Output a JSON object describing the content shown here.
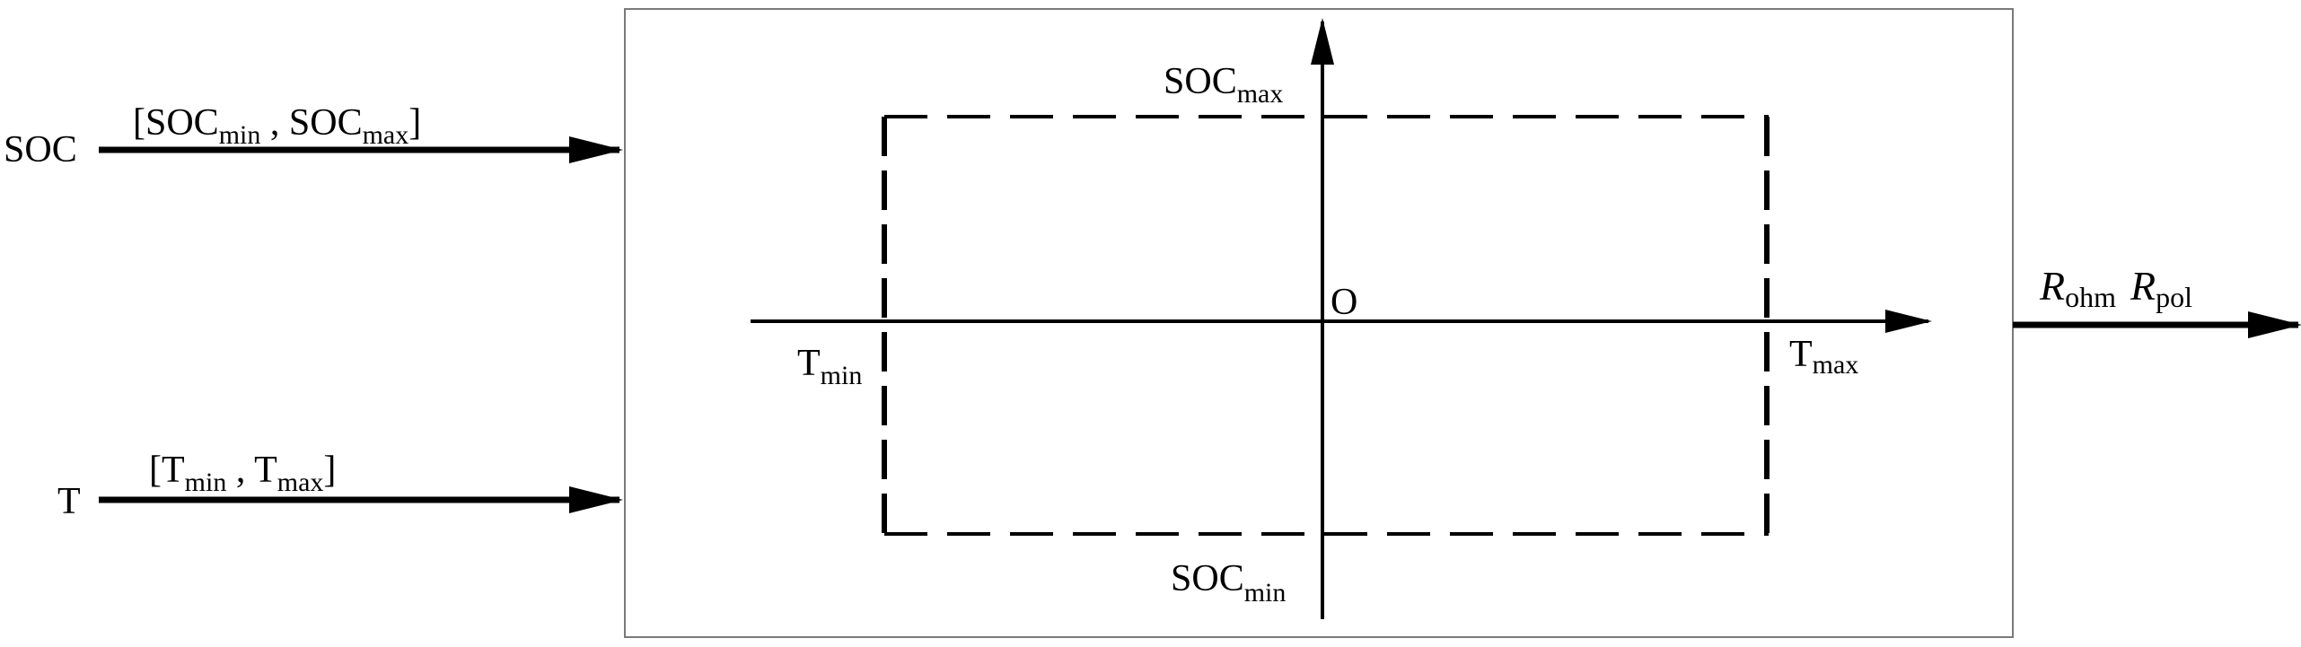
{
  "inputs": {
    "soc": {
      "name": "SOC",
      "range_open": "[SOC",
      "range_min_sub": "min",
      "range_sep": " , SOC",
      "range_max_sub": "max",
      "range_close": "]"
    },
    "temp": {
      "name": "T",
      "range_open": "[T",
      "range_min_sub": "min",
      "range_sep": "  , T",
      "range_max_sub": "max",
      "range_close": "]"
    }
  },
  "axes": {
    "origin": "O",
    "soc_max_base": "SOC",
    "soc_max_sub": "max",
    "soc_min_base": "SOC",
    "soc_min_sub": "min",
    "t_min_base": "T",
    "t_min_sub": "min",
    "t_max_base": "T",
    "t_max_sub": "max"
  },
  "output": {
    "r1_base": "R",
    "r1_sub": "ohm",
    "r2_base": "R",
    "r2_sub": "pol"
  },
  "colors": {
    "stroke": "#000000",
    "frame": "#7a7a7a",
    "background": "#ffffff"
  }
}
